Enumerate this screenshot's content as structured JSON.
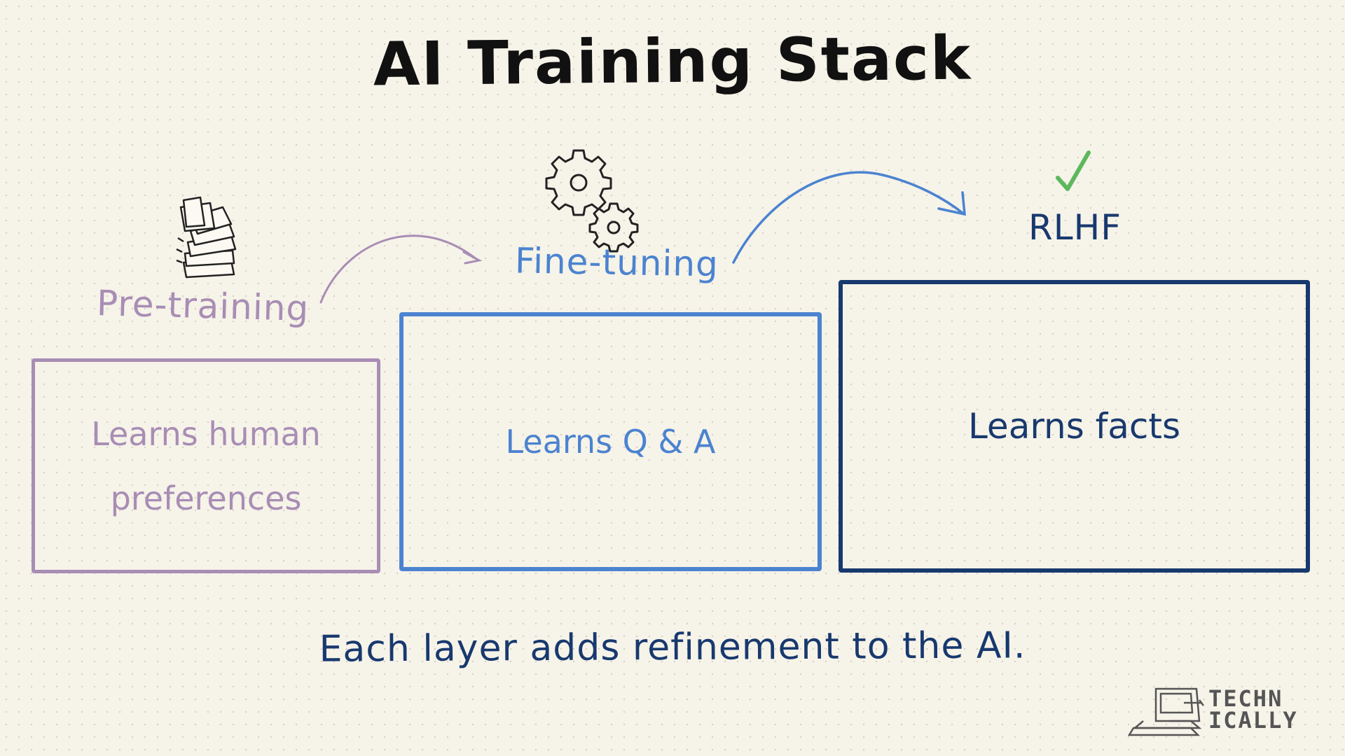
{
  "title": "AI Training Stack",
  "stages": [
    {
      "label": "Pre-training",
      "description_lines": [
        "Learns human",
        "preferences"
      ],
      "color": "#a88db4",
      "icon": "stacked-papers-icon"
    },
    {
      "label": "Fine-tuning",
      "description_lines": [
        "Learns Q & A"
      ],
      "color": "#4b83d0",
      "icon": "gears-icon"
    },
    {
      "label": "RLHF",
      "description_lines": [
        "Learns facts"
      ],
      "color": "#18396e",
      "icon": "checkmark-icon",
      "icon_color": "#5cb85c"
    }
  ],
  "footer": "Each layer adds refinement to the AI.",
  "brand": {
    "line1": "TECHN",
    "line2": "ICALLY",
    "icon": "retro-computer-icon"
  }
}
